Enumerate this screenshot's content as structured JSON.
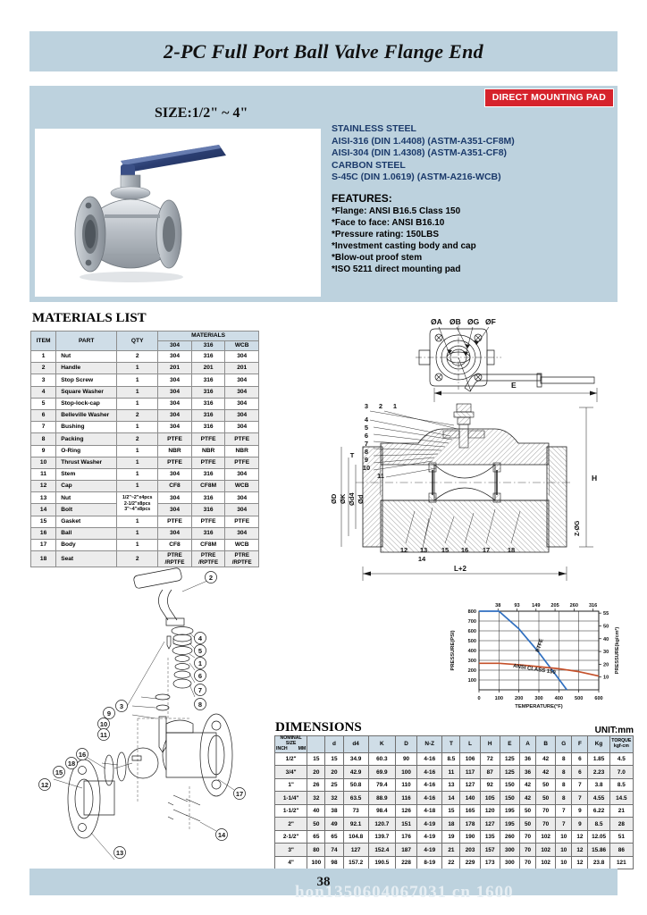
{
  "header": {
    "title": "2-PC Full Port Ball Valve Flange End"
  },
  "hero": {
    "badge": "DIRECT MOUNTING PAD",
    "size_label": "SIZE:1/2\" ~ 4\"",
    "spec_lines": [
      "STAINLESS STEEL",
      "AISI-316 (DIN 1.4408) (ASTM-A351-CF8M)",
      "AISI-304 (DIN 1.4308) (ASTM-A351-CF8)",
      "CARBON STEEL",
      "S-45C (DIN 1.0619) (ASTM-A216-WCB)"
    ],
    "features_title": "FEATURES:",
    "features": [
      "*Flange: ANSI B16.5 Class 150",
      "*Face to face: ANSI B16.10",
      "*Pressure rating: 150LBS",
      "*Investment casting body and cap",
      "*Blow-out proof stem",
      "*ISO 5211 direct mounting pad"
    ],
    "accent_panel": "#bdd2de",
    "badge_color": "#d6232c",
    "spec_text_color": "#1b3a6b"
  },
  "materials": {
    "heading": "MATERIALS LIST",
    "group_header": "MATERIALS",
    "columns": [
      "ITEM",
      "PART",
      "QTY",
      "304",
      "316",
      "WCB"
    ],
    "rows": [
      {
        "item": "1",
        "part": "Nut",
        "qty": "2",
        "m304": "304",
        "m316": "316",
        "wcb": "304"
      },
      {
        "item": "2",
        "part": "Handle",
        "qty": "1",
        "m304": "201",
        "m316": "201",
        "wcb": "201"
      },
      {
        "item": "3",
        "part": "Stop Screw",
        "qty": "1",
        "m304": "304",
        "m316": "316",
        "wcb": "304"
      },
      {
        "item": "4",
        "part": "Square Washer",
        "qty": "1",
        "m304": "304",
        "m316": "316",
        "wcb": "304"
      },
      {
        "item": "5",
        "part": "Stop-lock-cap",
        "qty": "1",
        "m304": "304",
        "m316": "316",
        "wcb": "304"
      },
      {
        "item": "6",
        "part": "Belleville Washer",
        "qty": "2",
        "m304": "304",
        "m316": "316",
        "wcb": "304"
      },
      {
        "item": "7",
        "part": "Bushing",
        "qty": "1",
        "m304": "304",
        "m316": "316",
        "wcb": "304"
      },
      {
        "item": "8",
        "part": "Packing",
        "qty": "2",
        "m304": "PTFE",
        "m316": "PTFE",
        "wcb": "PTFE"
      },
      {
        "item": "9",
        "part": "O-Ring",
        "qty": "1",
        "m304": "NBR",
        "m316": "NBR",
        "wcb": "NBR"
      },
      {
        "item": "10",
        "part": "Thrust Washer",
        "qty": "1",
        "m304": "PTFE",
        "m316": "PTFE",
        "wcb": "PTFE"
      },
      {
        "item": "11",
        "part": "Stem",
        "qty": "1",
        "m304": "304",
        "m316": "316",
        "wcb": "304"
      },
      {
        "item": "12",
        "part": "Cap",
        "qty": "1",
        "m304": "CF8",
        "m316": "CF8M",
        "wcb": "WCB"
      },
      {
        "item": "13",
        "part": "Nut",
        "qty": "1/2\"~2\"x4pcs\n2-1/2\"x8pcs\n3\"~4\"x8pcs",
        "m304": "304",
        "m316": "316",
        "wcb": "304"
      },
      {
        "item": "14",
        "part": "Bolt",
        "qty": "",
        "m304": "304",
        "m316": "316",
        "wcb": "304"
      },
      {
        "item": "15",
        "part": "Gasket",
        "qty": "1",
        "m304": "PTFE",
        "m316": "PTFE",
        "wcb": "PTFE"
      },
      {
        "item": "16",
        "part": "Ball",
        "qty": "1",
        "m304": "304",
        "m316": "316",
        "wcb": "304"
      },
      {
        "item": "17",
        "part": "Body",
        "qty": "1",
        "m304": "CF8",
        "m316": "CF8M",
        "wcb": "WCB"
      },
      {
        "item": "18",
        "part": "Seat",
        "qty": "2",
        "m304": "PTRE\n/RPTFE",
        "m316": "PTRE\n/RPTFE",
        "wcb": "PTRE\n/RPTFE"
      }
    ]
  },
  "dimensions": {
    "heading": "DIMENSIONS",
    "unit_note": "UNIT:mm",
    "col_nominal_inch": "NOMINAL SIZE",
    "col_nominal_inch_sub": "INCH",
    "col_nominal_mm_sub": "MM",
    "col_torque": "TORQUE",
    "col_torque_sub": "kgf-cm",
    "columns": [
      "d",
      "d4",
      "K",
      "D",
      "N-Z",
      "T",
      "L",
      "H",
      "E",
      "A",
      "B",
      "G",
      "F",
      "Kg"
    ],
    "rows": [
      {
        "inch": "1/2\"",
        "mm": "15",
        "d": "15",
        "d4": "34.9",
        "K": "60.3",
        "D": "90",
        "NZ": "4-16",
        "T": "8.5",
        "L": "106",
        "H": "72",
        "E": "125",
        "A": "36",
        "B": "42",
        "G": "8",
        "F": "6",
        "Kg": "1.85",
        "torque": "4.5"
      },
      {
        "inch": "3/4\"",
        "mm": "20",
        "d": "20",
        "d4": "42.9",
        "K": "69.9",
        "D": "100",
        "NZ": "4-16",
        "T": "11",
        "L": "117",
        "H": "87",
        "E": "125",
        "A": "36",
        "B": "42",
        "G": "8",
        "F": "6",
        "Kg": "2.23",
        "torque": "7.0"
      },
      {
        "inch": "1\"",
        "mm": "26",
        "d": "25",
        "d4": "50.8",
        "K": "79.4",
        "D": "110",
        "NZ": "4-16",
        "T": "13",
        "L": "127",
        "H": "92",
        "E": "150",
        "A": "42",
        "B": "50",
        "G": "8",
        "F": "7",
        "Kg": "3.8",
        "torque": "8.5"
      },
      {
        "inch": "1-1/4\"",
        "mm": "32",
        "d": "32",
        "d4": "63.5",
        "K": "88.9",
        "D": "116",
        "NZ": "4-16",
        "T": "14",
        "L": "140",
        "H": "105",
        "E": "150",
        "A": "42",
        "B": "50",
        "G": "8",
        "F": "7",
        "Kg": "4.55",
        "torque": "14.5"
      },
      {
        "inch": "1-1/2\"",
        "mm": "40",
        "d": "38",
        "d4": "73",
        "K": "98.4",
        "D": "126",
        "NZ": "4-18",
        "T": "15",
        "L": "165",
        "H": "120",
        "E": "195",
        "A": "50",
        "B": "70",
        "G": "7",
        "F": "9",
        "Kg": "6.22",
        "torque": "21"
      },
      {
        "inch": "2\"",
        "mm": "50",
        "d": "49",
        "d4": "92.1",
        "K": "120.7",
        "D": "151",
        "NZ": "4-19",
        "T": "18",
        "L": "178",
        "H": "127",
        "E": "195",
        "A": "50",
        "B": "70",
        "G": "7",
        "F": "9",
        "Kg": "8.5",
        "torque": "28"
      },
      {
        "inch": "2-1/2\"",
        "mm": "65",
        "d": "65",
        "d4": "104.8",
        "K": "139.7",
        "D": "176",
        "NZ": "4-19",
        "T": "19",
        "L": "190",
        "H": "135",
        "E": "260",
        "A": "70",
        "B": "102",
        "G": "10",
        "F": "12",
        "Kg": "12.05",
        "torque": "51"
      },
      {
        "inch": "3\"",
        "mm": "80",
        "d": "74",
        "d4": "127",
        "K": "152.4",
        "D": "187",
        "NZ": "4-19",
        "T": "21",
        "L": "203",
        "H": "157",
        "E": "300",
        "A": "70",
        "B": "102",
        "G": "10",
        "F": "12",
        "Kg": "15.86",
        "torque": "86"
      },
      {
        "inch": "4\"",
        "mm": "100",
        "d": "98",
        "d4": "157.2",
        "K": "190.5",
        "D": "228",
        "NZ": "8-19",
        "T": "22",
        "L": "229",
        "H": "173",
        "E": "300",
        "A": "70",
        "B": "102",
        "G": "10",
        "F": "12",
        "Kg": "23.8",
        "torque": "121"
      }
    ]
  },
  "drawings": {
    "top_view_labels": [
      "ØA",
      "ØB",
      "ØG",
      "ØF"
    ],
    "side_view_labels": [
      "E",
      "H",
      "L+2",
      "T",
      "ØD",
      "ØK",
      "Ød4",
      "Ød",
      "Z-ØG"
    ],
    "side_view_callouts": [
      "1",
      "2",
      "3",
      "4",
      "5",
      "6",
      "7",
      "8",
      "9",
      "10",
      "11",
      "12",
      "13",
      "14",
      "15",
      "16",
      "17",
      "18"
    ],
    "exploded_callouts": [
      "1",
      "2",
      "3",
      "4",
      "5",
      "6",
      "7",
      "8",
      "9",
      "10",
      "11",
      "12",
      "13",
      "14",
      "15",
      "16",
      "17",
      "18"
    ]
  },
  "chart_data": {
    "type": "line",
    "title": "",
    "xlabel": "TEMPERATURE(°F)",
    "ylabel": "PRESSURE(PSI)",
    "ylabel_right": "PRESSURE(kg/cm²)",
    "xlim": [
      0,
      600
    ],
    "ylim": [
      0,
      800
    ],
    "xticks": [
      "0",
      "100",
      "200",
      "300",
      "400",
      "500",
      "600"
    ],
    "yticks": [
      "100",
      "200",
      "300",
      "400",
      "500",
      "600",
      "700",
      "800"
    ],
    "top_axis_label": "",
    "top_ticks": [
      "38",
      "93",
      "149",
      "205",
      "260",
      "316"
    ],
    "right_ticks": [
      "10",
      "20",
      "30",
      "40",
      "50",
      "55"
    ],
    "grid": true,
    "series": [
      {
        "name": "PTFE",
        "color": "#2f6fc0",
        "annotation": "PTFE",
        "x": [
          0,
          100,
          200,
          300,
          400,
          440
        ],
        "y": [
          800,
          800,
          620,
          380,
          110,
          0
        ]
      },
      {
        "name": "ANSI CLASS 150",
        "color": "#c4502a",
        "annotation": "ANSI CLASS 150",
        "x": [
          0,
          100,
          200,
          300,
          400,
          500,
          600
        ],
        "y": [
          270,
          270,
          255,
          235,
          215,
          185,
          140
        ]
      }
    ]
  },
  "footer": {
    "page_number": "38",
    "watermark": "hon1350604067031 cn 1600"
  }
}
